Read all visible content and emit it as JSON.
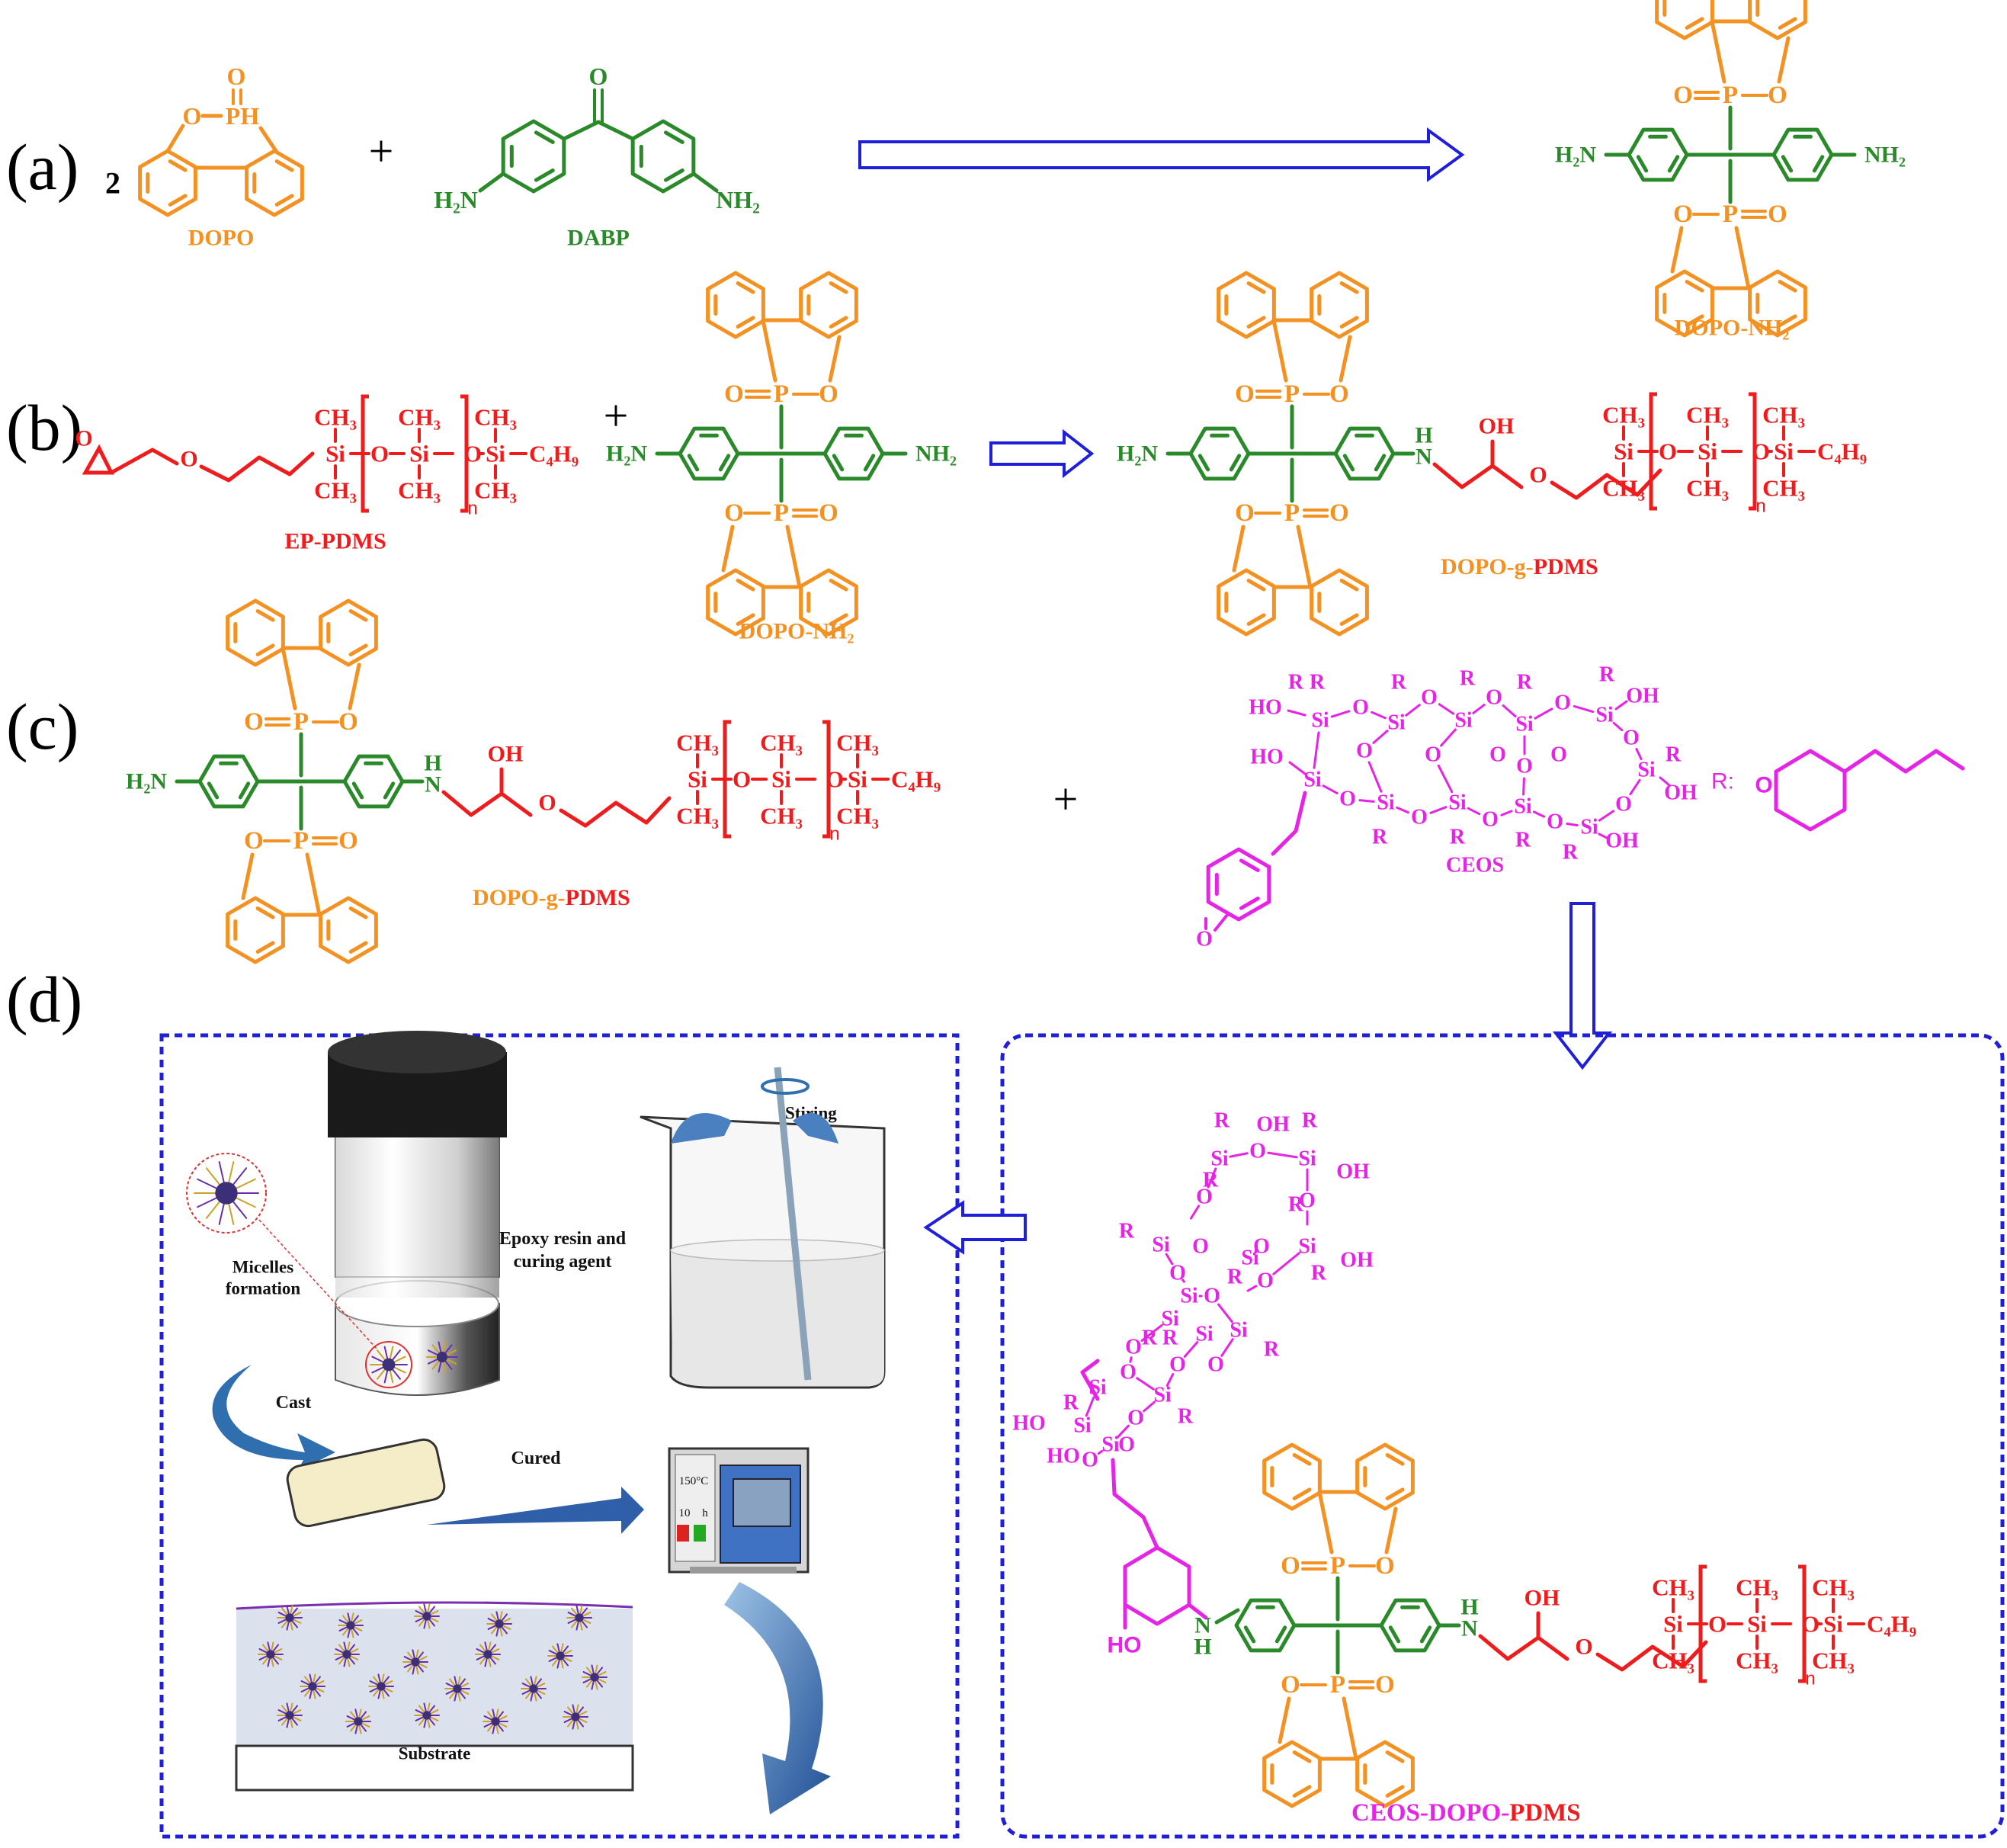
{
  "colors": {
    "dopo": "#F39222",
    "amine": "#2A8A2A",
    "pdms": "#EE1C1C",
    "ceos": "#E524E5",
    "arrow": "#1F1FD8",
    "box": "#1F1FD8"
  },
  "panels": {
    "a": "(a)",
    "b": "(b)",
    "c": "(c)",
    "d": "(d)"
  },
  "atoms": {
    "two": "2",
    "o": "O",
    "ph": "PH",
    "p": "P",
    "h2n": "H₂N",
    "nh2": "NH₂",
    "h": "H",
    "n": "N",
    "oh": "OH",
    "ho": "HO",
    "si": "Si",
    "ch3": "CH₃",
    "c4h9": "C₄H₉",
    "sub_n": "n",
    "r": "R",
    "r_label": "R:",
    "plus": "+"
  },
  "compounds": {
    "dopo": "DOPO",
    "dabp": "DABP",
    "dopo_nh2": "DOPO-NH₂",
    "ep_pdms": "EP-PDMS",
    "dopo_g_pdms_a": "DOPO-g-",
    "dopo_g_pdms_b": "PDMS",
    "ceos": "CEOS",
    "ceos_dopo_pdms_a": "CEOS-DOPO-",
    "ceos_dopo_pdms_b": "PDMS"
  },
  "process": {
    "stiring": "Stiring",
    "epoxy1": "Epoxy resin and",
    "epoxy2": "curing agent",
    "micelles1": "Micelles",
    "micelles2": "formation",
    "cast": "Cast",
    "cured": "Cured",
    "temp": "150°C",
    "time_val": "10",
    "time_unit": "h",
    "substrate": "Substrate"
  },
  "icons": [
    "blue-outline-arrow-icon",
    "beaker-icon",
    "stirring-rod-icon",
    "jar-icon",
    "oven-icon",
    "curved-arrow-icon",
    "micelle-icon"
  ]
}
